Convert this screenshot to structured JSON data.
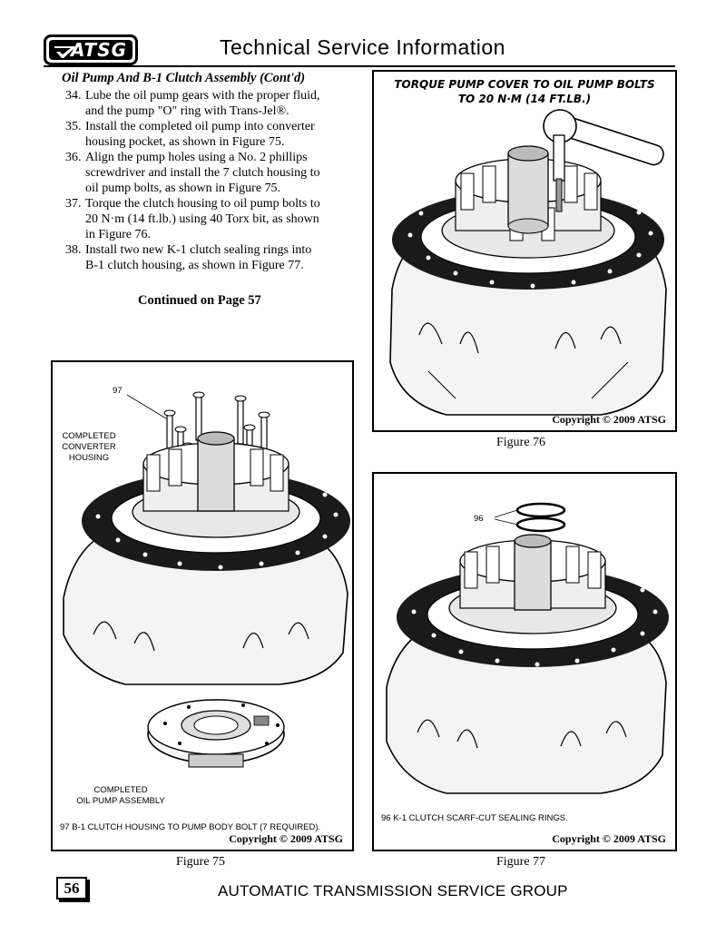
{
  "header": {
    "logo_text": "ATSG",
    "title": "Technical Service Information"
  },
  "section": {
    "heading": "Oil Pump And B-1 Clutch Assembly (Cont'd)",
    "steps": [
      {
        "num": "34.",
        "lines": [
          "Lube the oil pump gears with the proper fluid,",
          "and the pump \"O\" ring with Trans-Jel®."
        ]
      },
      {
        "num": "35.",
        "lines": [
          "Install the completed oil pump into converter",
          "housing pocket, as shown in Figure 75."
        ]
      },
      {
        "num": "36.",
        "lines": [
          "Align the pump holes using a No. 2 phillips",
          "screwdriver and install the 7 clutch housing to",
          "oil pump bolts, as shown in Figure 75."
        ]
      },
      {
        "num": "37.",
        "lines": [
          "Torque the clutch housing to oil pump bolts to",
          "20 N·m (14 ft.lb.) using 40 Torx bit, as shown",
          "in Figure 76."
        ]
      },
      {
        "num": "38.",
        "lines": [
          "Install two new K-1 clutch sealing rings into",
          "B-1 clutch housing, as shown in Figure 77."
        ]
      }
    ],
    "continued": "Continued on Page 57"
  },
  "figures": {
    "fig76": {
      "title_line1": "TORQUE PUMP COVER TO OIL PUMP BOLTS",
      "title_line2": "TO  20 N·M (14 FT.LB.)",
      "copyright": "Copyright © 2009 ATSG",
      "label": "Figure 76"
    },
    "fig75": {
      "callout_97": "97",
      "callout_converter": [
        "COMPLETED",
        "CONVERTER",
        "HOUSING"
      ],
      "callout_pump": [
        "COMPLETED",
        "OIL PUMP ASSEMBLY"
      ],
      "legend": "97  B-1 CLUTCH HOUSING TO PUMP BODY BOLT  (7 REQUIRED).",
      "copyright": "Copyright © 2009 ATSG",
      "label": "Figure 75"
    },
    "fig77": {
      "callout_96": "96",
      "legend": "96  K-1 CLUTCH SCARF-CUT SEALING RINGS.",
      "copyright": "Copyright © 2009 ATSG",
      "label": "Figure 77"
    }
  },
  "footer": {
    "page_number": "56",
    "org": "AUTOMATIC TRANSMISSION SERVICE GROUP"
  }
}
